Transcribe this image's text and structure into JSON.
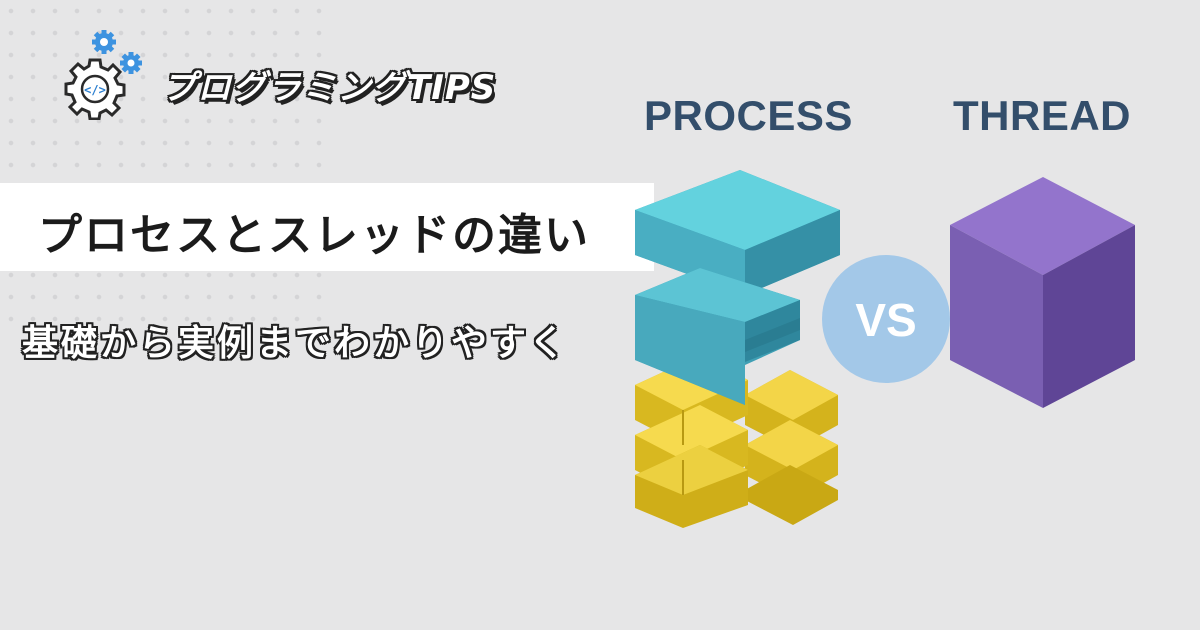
{
  "brand": {
    "text": "プログラミングTIPS",
    "icon": "gear-code-icon"
  },
  "title": "プロセスとスレッドの違い",
  "subtitle": "基礎から実例までわかりやすく",
  "illustration": {
    "left_label": "PROCESS",
    "right_label": "THREAD",
    "vs_label": "VS",
    "colors": {
      "process_top": "#5ccad6",
      "process_side": "#3f9fb4",
      "thread_blocks": "#e5c62b",
      "thread_cube": "#7a5fb2",
      "vs_circle": "#a3c8e8",
      "label": "#334e6b"
    }
  },
  "colors": {
    "background": "#e6e6e7",
    "title_bg": "#ffffff"
  }
}
